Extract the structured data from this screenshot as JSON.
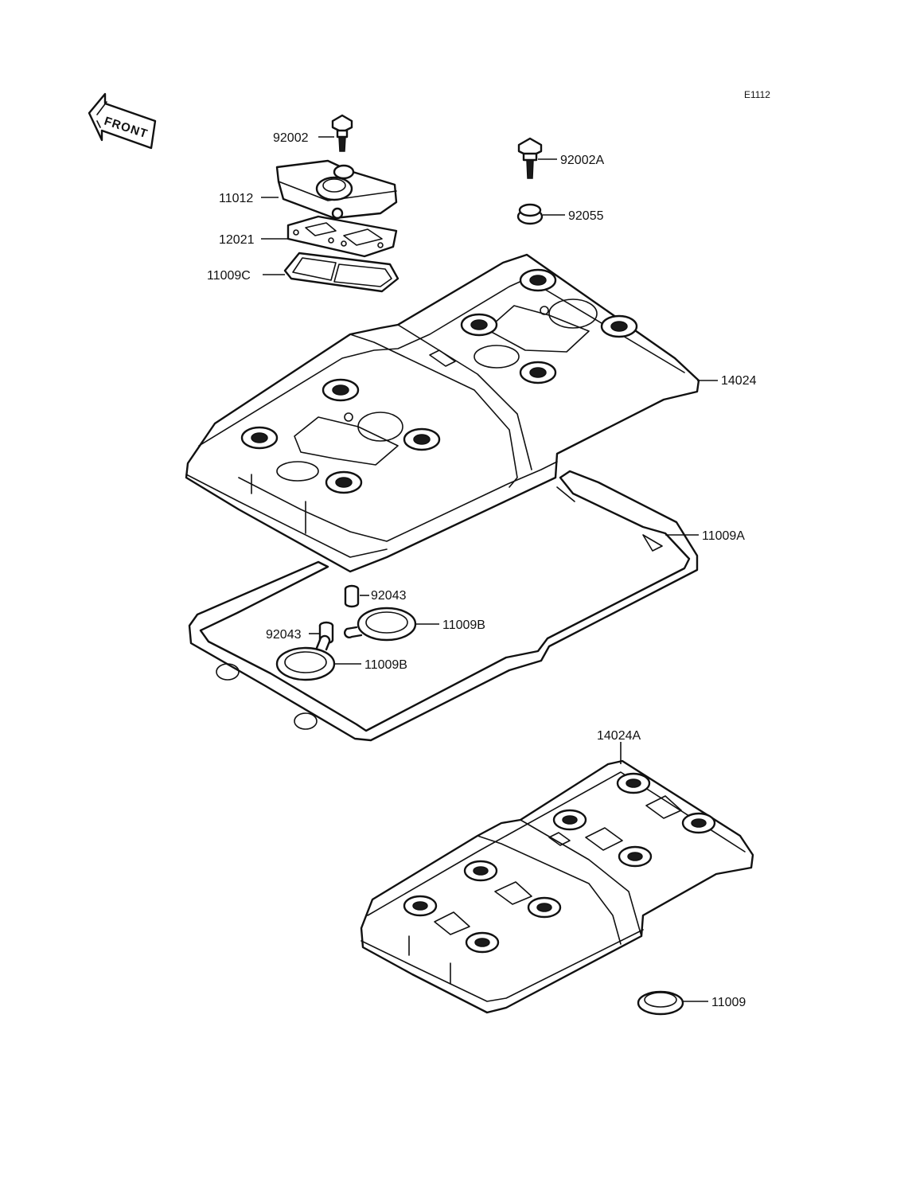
{
  "figure_code": "E1112",
  "front_label": "FRONT",
  "parts": {
    "p92002": "92002",
    "p11012": "11012",
    "p12021": "12021",
    "p11009C": "11009C",
    "p92002A": "92002A",
    "p92055": "92055",
    "p14024": "14024",
    "p11009A": "11009A",
    "p92043_upper": "92043",
    "p92043_lower": "92043",
    "p11009B_upper": "11009B",
    "p11009B_lower": "11009B",
    "p14024A": "14024A",
    "p11009": "11009"
  }
}
